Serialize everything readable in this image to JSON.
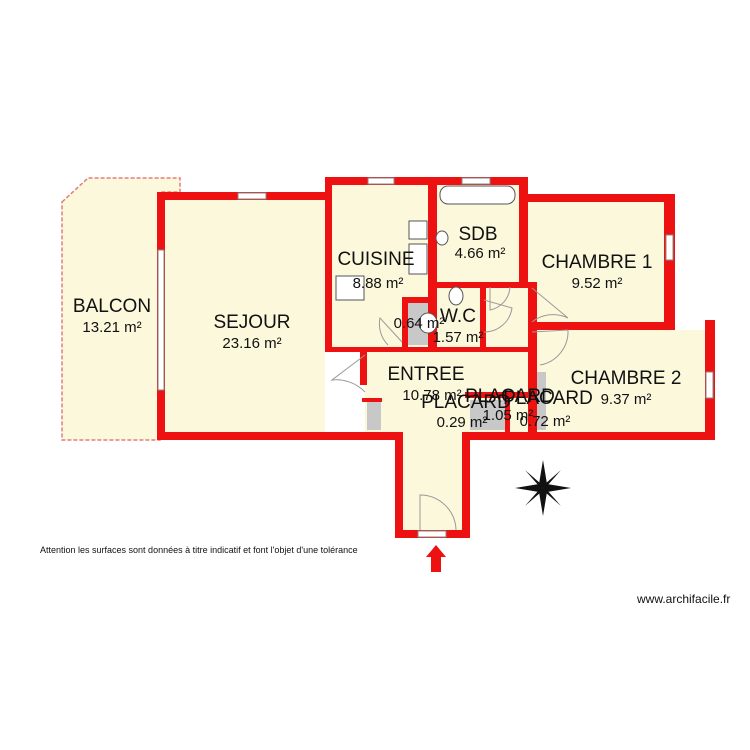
{
  "rooms": {
    "balcon": {
      "name": "BALCON",
      "area": "13.21 m²"
    },
    "sejour": {
      "name": "SEJOUR",
      "area": "23.16 m²"
    },
    "cuisine": {
      "name": "CUISINE",
      "area": "8.88 m²"
    },
    "sdb": {
      "name": "SDB",
      "area": "4.66 m²"
    },
    "chambre1": {
      "name": "CHAMBRE 1",
      "area": "9.52 m²"
    },
    "wc": {
      "name": "W.C",
      "area": "1.57 m²"
    },
    "placard_small": {
      "area": "0.64 m²"
    },
    "entree": {
      "name": "ENTREE",
      "area": "10.78 m²"
    },
    "placard1": {
      "name": "PLACARD",
      "area": "0.29 m²"
    },
    "placard2": {
      "name": "PLACARD",
      "area": "1.05 m²"
    },
    "placard3": {
      "name": "PLACARD",
      "area": "0.72 m²"
    },
    "chambre2": {
      "name": "CHAMBRE 2",
      "area": "9.37 m²"
    }
  },
  "footer": {
    "disclaimer": "Attention les surfaces sont données à titre indicatif  et font l'objet d'une tolérance",
    "website": "www.archifacile.fr"
  },
  "colors": {
    "wall": "#ee1111",
    "floor": "#fbf8dc",
    "placard": "#c8c8c8",
    "door": "#9a9a9a",
    "entry_arrow": "#ee1111"
  }
}
